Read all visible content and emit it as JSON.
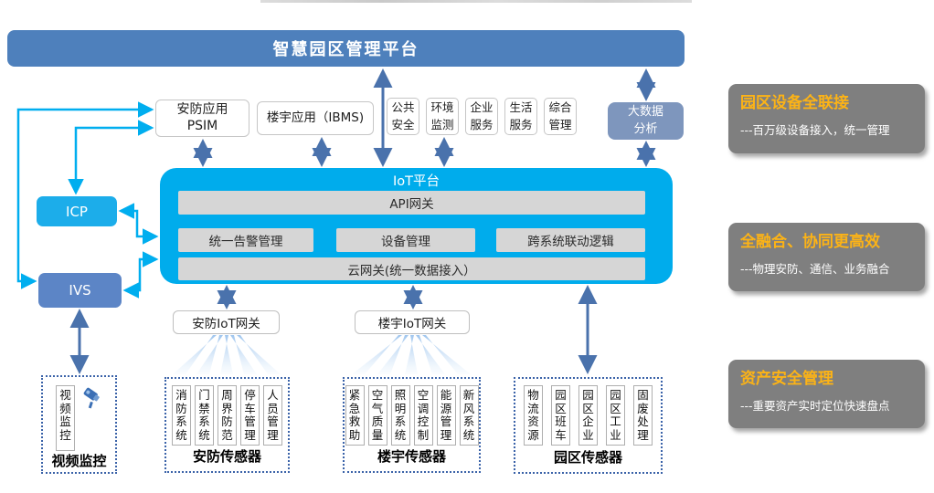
{
  "banner": {
    "title": "智慧园区管理平台"
  },
  "apps": {
    "psim": {
      "line1": "安防应用",
      "line2": "PSIM"
    },
    "ibms": "楼宇应用（IBMS)",
    "services": [
      "公共安全",
      "环境监测",
      "企业服务",
      "生活服务",
      "综合管理"
    ],
    "bigdata": {
      "line1": "大数据",
      "line2": "分析"
    }
  },
  "iot": {
    "title": "IoT平台",
    "api_gateway": "API网关",
    "modules": [
      "统一告警管理",
      "设备管理",
      "跨系统联动逻辑"
    ],
    "cloud_gateway": "云网关(统一数据接入）"
  },
  "left_nodes": {
    "icp": "ICP",
    "ivs": "IVS"
  },
  "gateways": [
    "安防IoT网关",
    "楼宇IoT网关"
  ],
  "groups": [
    {
      "label": "视频监控",
      "items": [
        "视频监控"
      ]
    },
    {
      "label": "安防传感器",
      "items": [
        "消防系统",
        "门禁系统",
        "周界防范",
        "停车管理",
        "人员管理"
      ]
    },
    {
      "label": "楼宇传感器",
      "items": [
        "紧急救助",
        "空气质量",
        "照明系统",
        "空调控制",
        "能源管理",
        "新风系统"
      ]
    },
    {
      "label": "园区传感器",
      "items": [
        "物流资源",
        "园区班车",
        "园区企业",
        "园区工业",
        "固废处理"
      ]
    }
  ],
  "benefits": [
    {
      "title": "园区设备全联接",
      "desc": "---百万级设备接入，统一管理"
    },
    {
      "title": "全融合、协同更高效",
      "desc": "---物理安防、通信、业务融合"
    },
    {
      "title": "资产安全管理",
      "desc": "---重要资产实时定位快速盘点"
    }
  ],
  "colors": {
    "banner_blue": "#4e80bc",
    "iot_cyan": "#00acec",
    "icp_cyan": "#1cadea",
    "ivs_blue": "#5c85c6",
    "bigdata_blue": "#7e96bd",
    "panel_gray": "#7f7f7f",
    "accent_orange": "#fcb316",
    "arrow_steel": "#4a72ac",
    "arrow_cyan": "#00aeef"
  }
}
